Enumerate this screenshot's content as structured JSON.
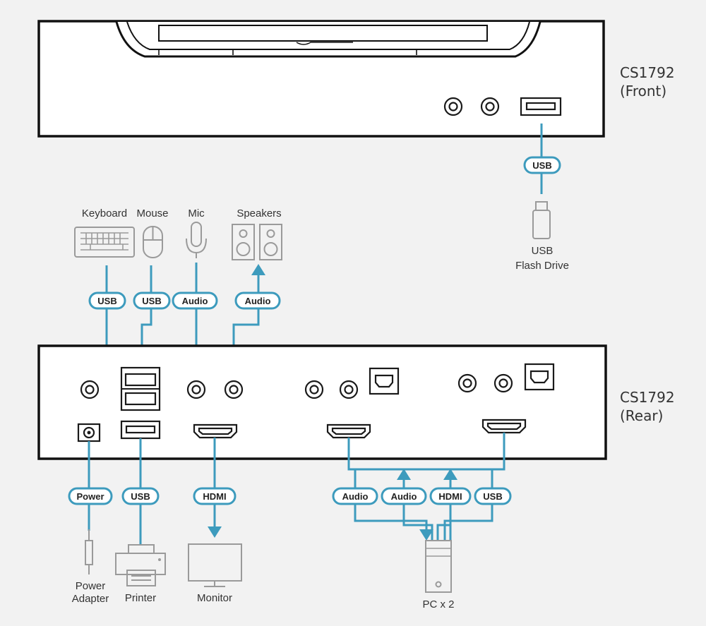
{
  "units": {
    "front_label_1": "CS1792",
    "front_label_2": "(Front)",
    "rear_label_1": "CS1792",
    "rear_label_2": "(Rear)"
  },
  "devices": {
    "keyboard": "Keyboard",
    "mouse": "Mouse",
    "mic": "Mic",
    "speakers": "Speakers",
    "usb_flash_1": "USB",
    "usb_flash_2": "Flash Drive",
    "power_adapter_1": "Power",
    "power_adapter_2": "Adapter",
    "printer": "Printer",
    "monitor": "Monitor",
    "pc": "PC x 2"
  },
  "cables": {
    "front_usb": "USB",
    "keyboard": "USB",
    "mouse": "USB",
    "mic": "Audio",
    "speakers": "Audio",
    "power": "Power",
    "printer": "USB",
    "monitor": "HDMI",
    "pc_audio_out": "Audio",
    "pc_audio_in": "Audio",
    "pc_hdmi": "HDMI",
    "pc_usb": "USB"
  },
  "colors": {
    "cable": "#3d9bbd",
    "device": "#9a9a9a",
    "unit": "#111111",
    "background": "#f2f2f2"
  }
}
